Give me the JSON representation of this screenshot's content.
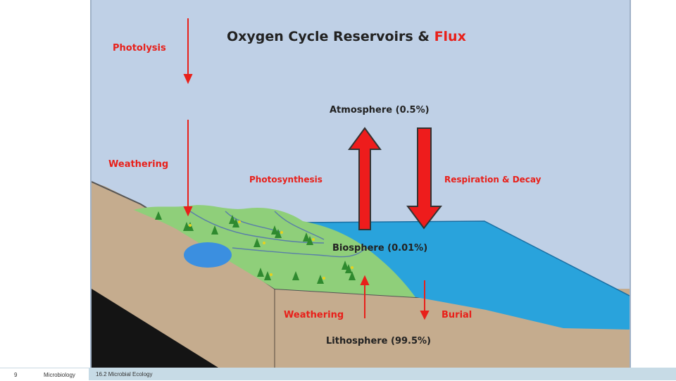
{
  "diagram": {
    "title_main": "Oxygen Cycle Reservoirs &",
    "title_accent": "Flux",
    "labels": {
      "photolysis": "Photolysis",
      "weathering_top": "Weathering",
      "photosynthesis": "Photosynthesis",
      "respiration_decay": "Respiration & Decay",
      "atmosphere": "Atmosphere (0.5%)",
      "biosphere": "Biosphere (0.01%)",
      "weathering_bottom": "Weathering",
      "burial": "Burial",
      "lithosphere": "Lithosphere (99.5%)"
    },
    "colors": {
      "sky": "#bfd0e6",
      "flux_red": "#e8201a",
      "ocean": "#29a3dc",
      "land_green": "#8fcf7a",
      "soil": "#c5ac8e",
      "dark_text": "#222222"
    }
  },
  "footer": {
    "page_number": "9",
    "course": "Microbiology",
    "section": "16.2 Microbial Ecology"
  }
}
